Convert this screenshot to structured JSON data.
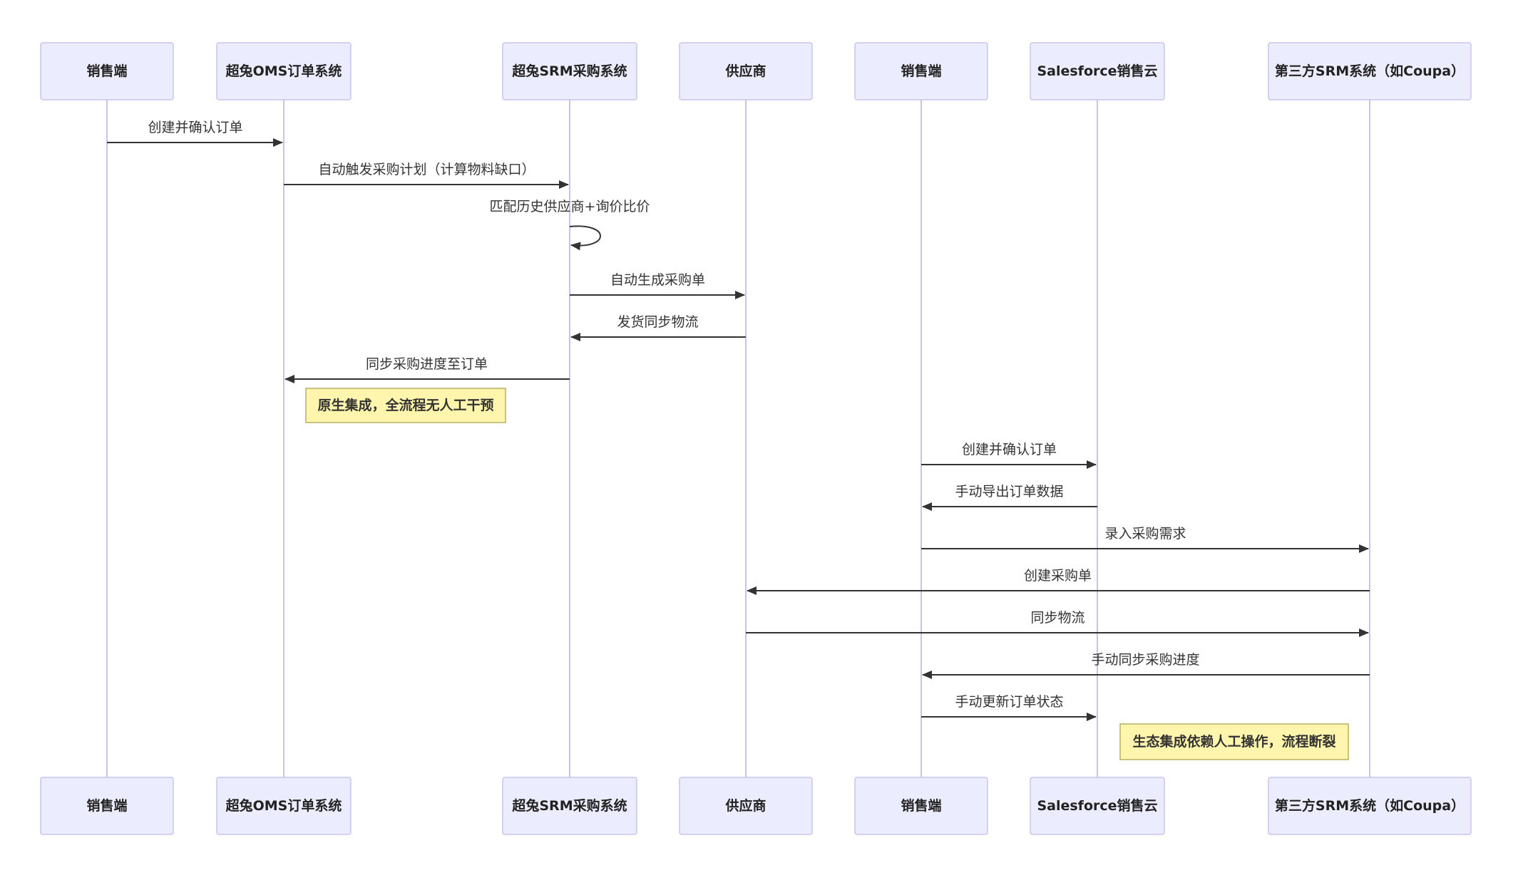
{
  "diagram": {
    "type": "sequence",
    "colors": {
      "actor_fill": "#ECECFF",
      "actor_border": "#C8C3EE",
      "lifeline": "#C8C3EE",
      "arrow": "#333333",
      "note_fill": "#FFF5AD",
      "note_border": "#B7B062"
    },
    "participants": [
      "销售端",
      "超兔OMS订单系统",
      "超兔SRM采购系统",
      "供应商",
      "销售端",
      "Salesforce销售云",
      "第三方SRM系统（如Coupa）"
    ],
    "messages": [
      {
        "from": 0,
        "to": 1,
        "label": "创建并确认订单"
      },
      {
        "from": 1,
        "to": 2,
        "label": "自动触发采购计划（计算物料缺口）"
      },
      {
        "from": 2,
        "to": 2,
        "label": "匹配历史供应商+询价比价"
      },
      {
        "from": 2,
        "to": 3,
        "label": "自动生成采购单"
      },
      {
        "from": 3,
        "to": 2,
        "label": "发货同步物流"
      },
      {
        "from": 2,
        "to": 1,
        "label": "同步采购进度至订单"
      },
      {
        "from": 4,
        "to": 5,
        "label": "创建并确认订单"
      },
      {
        "from": 5,
        "to": 4,
        "label": "手动导出订单数据"
      },
      {
        "from": 4,
        "to": 6,
        "label": "录入采购需求"
      },
      {
        "from": 6,
        "to": 3,
        "label": "创建采购单"
      },
      {
        "from": 3,
        "to": 6,
        "label": "同步物流"
      },
      {
        "from": 6,
        "to": 4,
        "label": "手动同步采购进度"
      },
      {
        "from": 4,
        "to": 5,
        "label": "手动更新订单状态"
      }
    ],
    "notes": [
      {
        "text": "原生集成，全流程无人工干预",
        "over": [
          1,
          2
        ]
      },
      {
        "text": "生态集成依赖人工操作，流程断裂",
        "over": [
          5,
          6
        ]
      }
    ]
  }
}
